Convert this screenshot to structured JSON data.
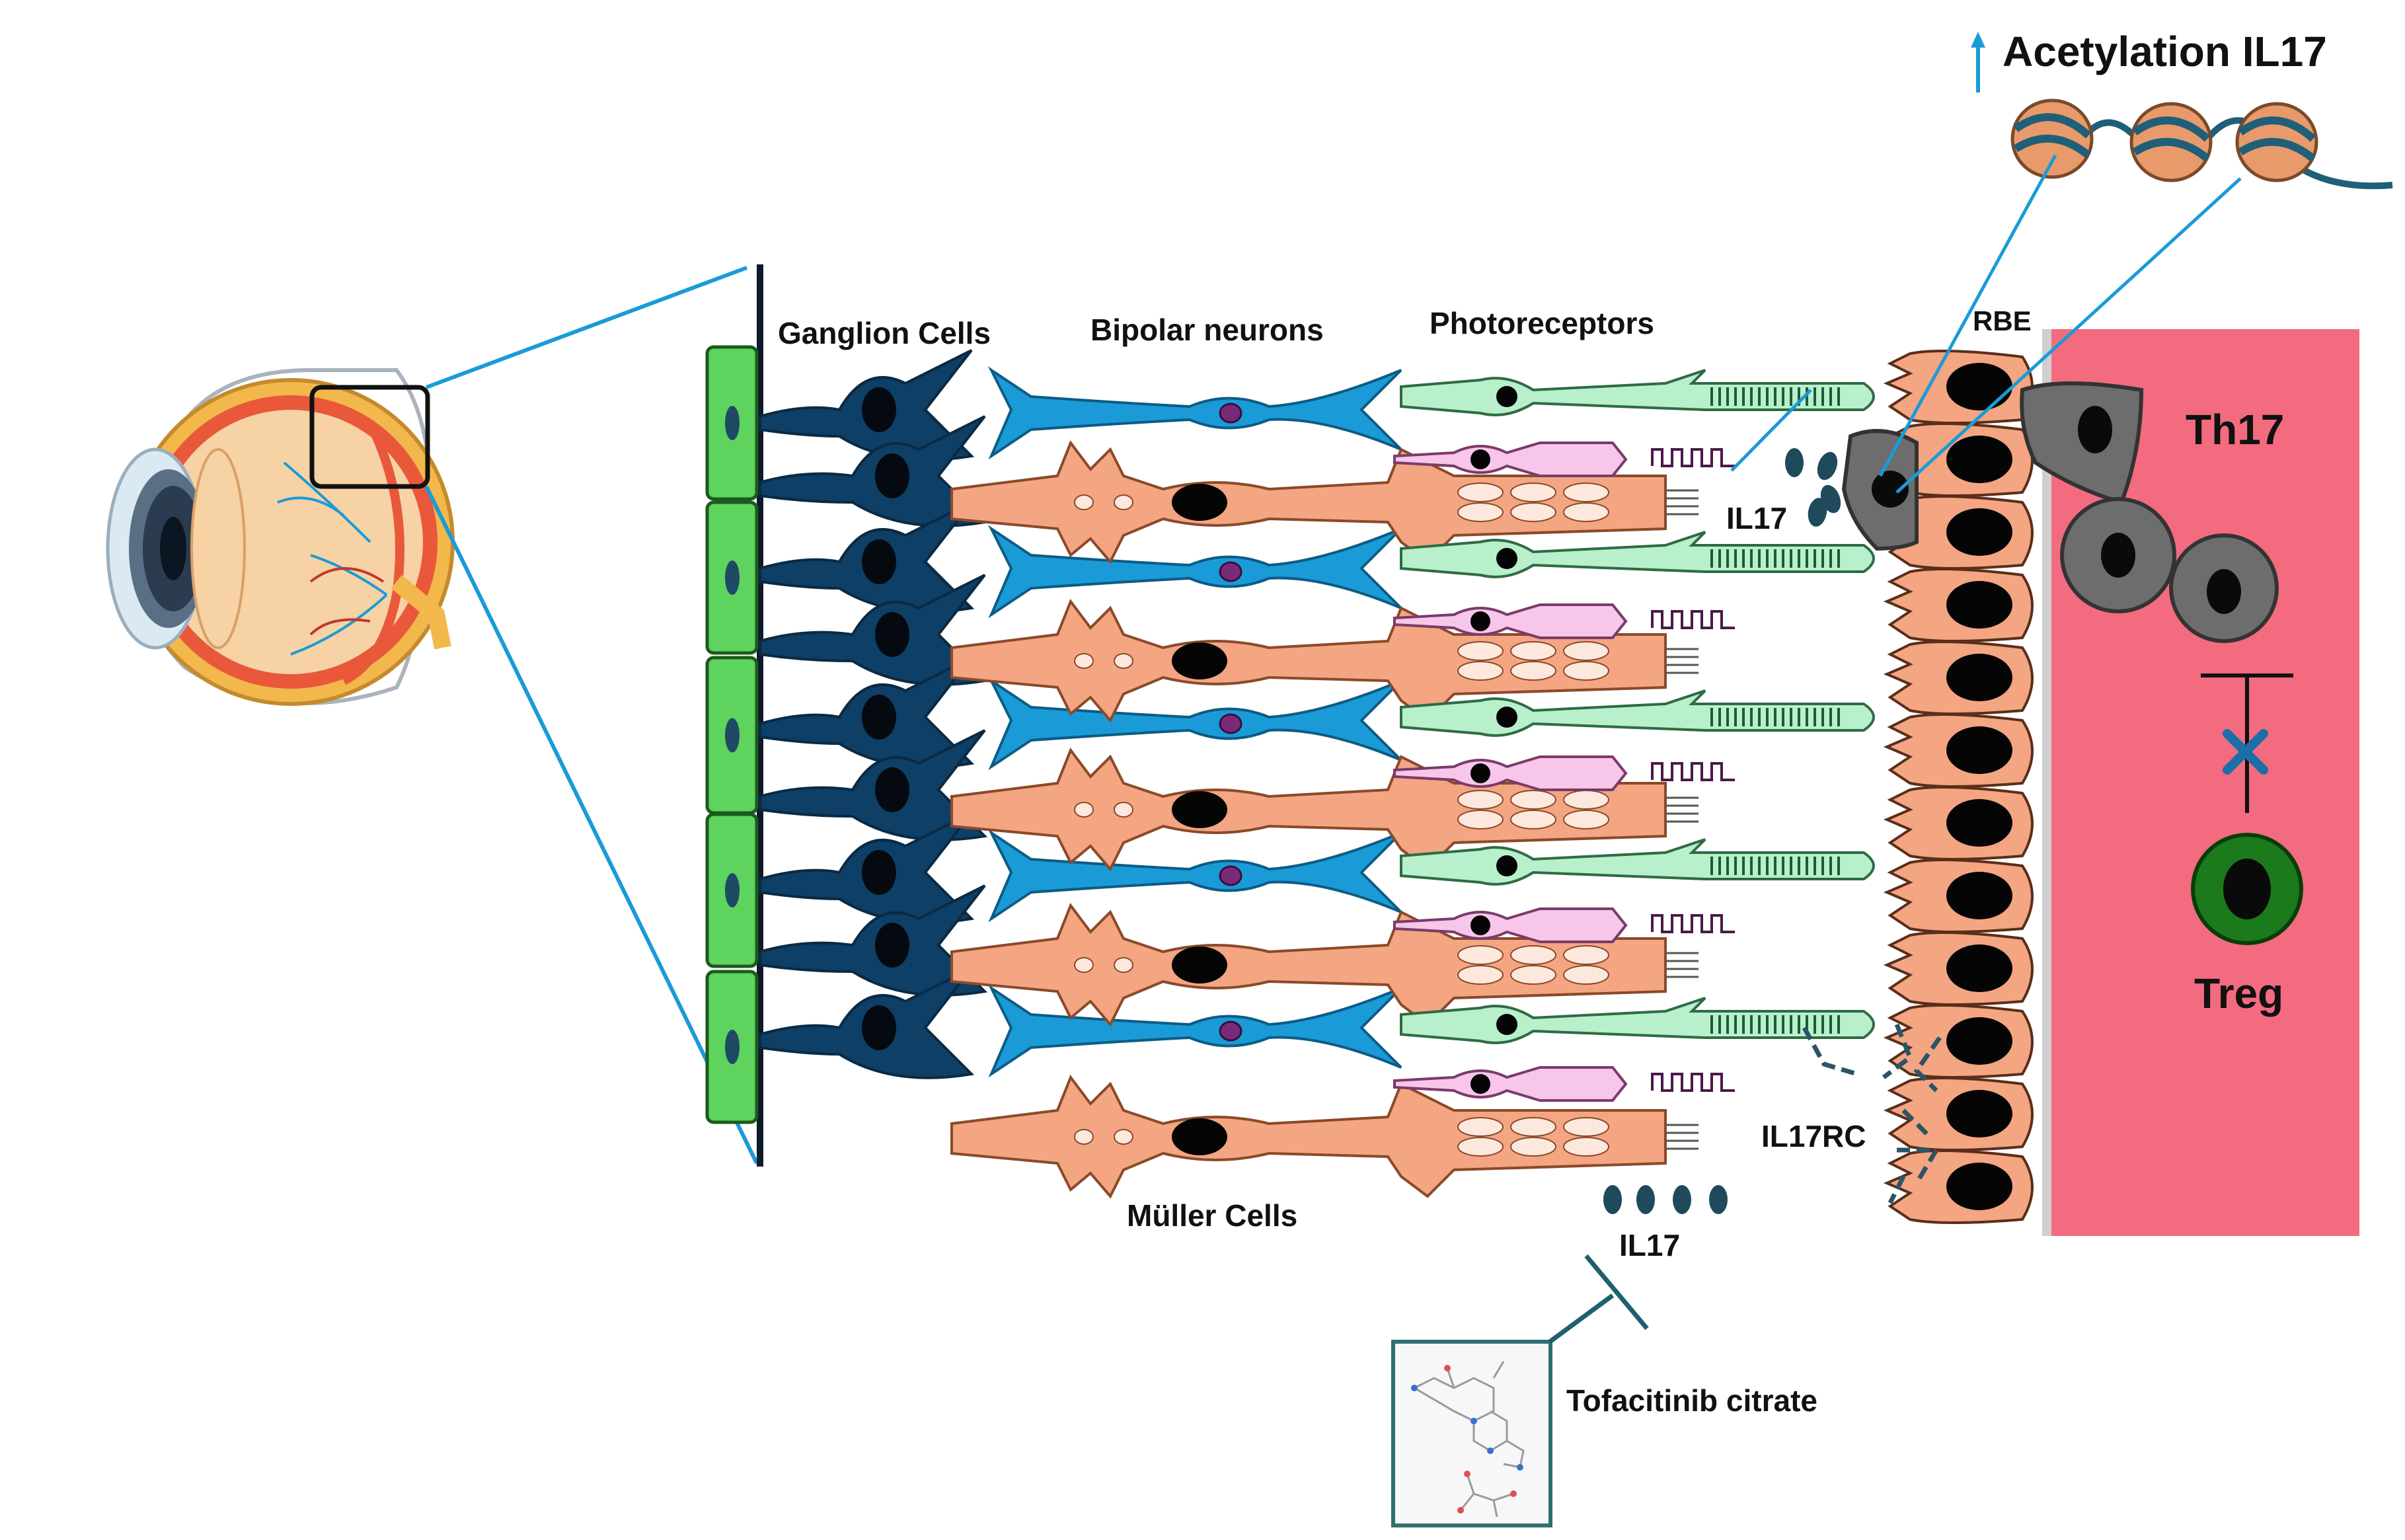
{
  "header": {
    "acetylation_label": "Acetylation IL17"
  },
  "layers": {
    "ganglion": "Ganglion Cells",
    "bipolar": "Bipolar neurons",
    "photoreceptors": "Photoreceptors",
    "rbe": "RBE",
    "muller": "Müller Cells"
  },
  "molecules": {
    "il17_top": "IL17",
    "il17_bottom": "IL17",
    "il17rc": "IL17RC"
  },
  "immune": {
    "th17": "Th17",
    "treg": "Treg"
  },
  "drug": {
    "name": "Tofacitinib citrate"
  },
  "colors": {
    "ganglion": "#0e3f66",
    "bipolar": "#1a9bd7",
    "muller": "#f4a582",
    "rod": "#b8f0cc",
    "cone": "#f7c6e8",
    "rbe": "#f4a582",
    "choroid": "#f26b7f",
    "endfoot": "#5ed45e",
    "th17": "#6d6d6d",
    "treg": "#1b7a1b",
    "arrow": "#1a9bd7"
  }
}
